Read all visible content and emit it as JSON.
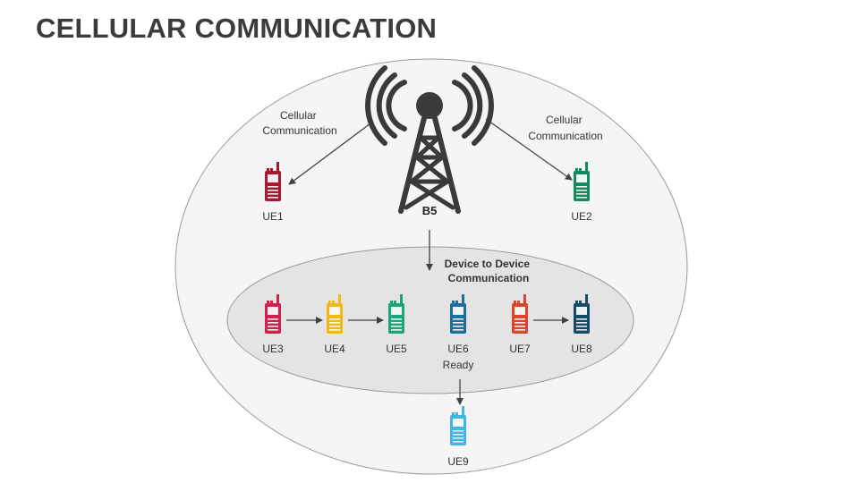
{
  "title": "CELLULAR COMMUNICATION",
  "tower": {
    "label": "B5",
    "icon": "cell-tower-icon",
    "color": "#3a3a3a"
  },
  "edge_labels": {
    "cellular_left": [
      "Cellular",
      "Communication"
    ],
    "cellular_right": [
      "Cellular",
      "Communication"
    ],
    "d2d": [
      "Device to Device",
      "Communication"
    ]
  },
  "devices": [
    {
      "id": "UE1",
      "label": "UE1",
      "color": "#a8172f",
      "icon": "walkie-talkie-icon"
    },
    {
      "id": "UE2",
      "label": "UE2",
      "color": "#138a5e",
      "icon": "walkie-talkie-icon"
    },
    {
      "id": "UE3",
      "label": "UE3",
      "color": "#d21f4b",
      "icon": "walkie-talkie-icon"
    },
    {
      "id": "UE4",
      "label": "UE4",
      "color": "#f3b71b",
      "icon": "walkie-talkie-icon"
    },
    {
      "id": "UE5",
      "label": "UE5",
      "color": "#1ba57a",
      "icon": "walkie-talkie-icon"
    },
    {
      "id": "UE6",
      "label": "UE6",
      "sublabel": "Ready",
      "color": "#1f6f9e",
      "icon": "walkie-talkie-icon"
    },
    {
      "id": "UE7",
      "label": "UE7",
      "color": "#d9472a",
      "icon": "walkie-talkie-icon"
    },
    {
      "id": "UE8",
      "label": "UE8",
      "color": "#174a64",
      "icon": "walkie-talkie-icon"
    },
    {
      "id": "UE9",
      "label": "UE9",
      "color": "#3fb6e6",
      "icon": "walkie-talkie-icon"
    }
  ],
  "colors": {
    "outer_ellipse_fill": "#f5f5f5",
    "inner_ellipse_fill": "#e4e4e4",
    "ellipse_stroke": "#9a9a9a",
    "arrow": "#404040"
  }
}
